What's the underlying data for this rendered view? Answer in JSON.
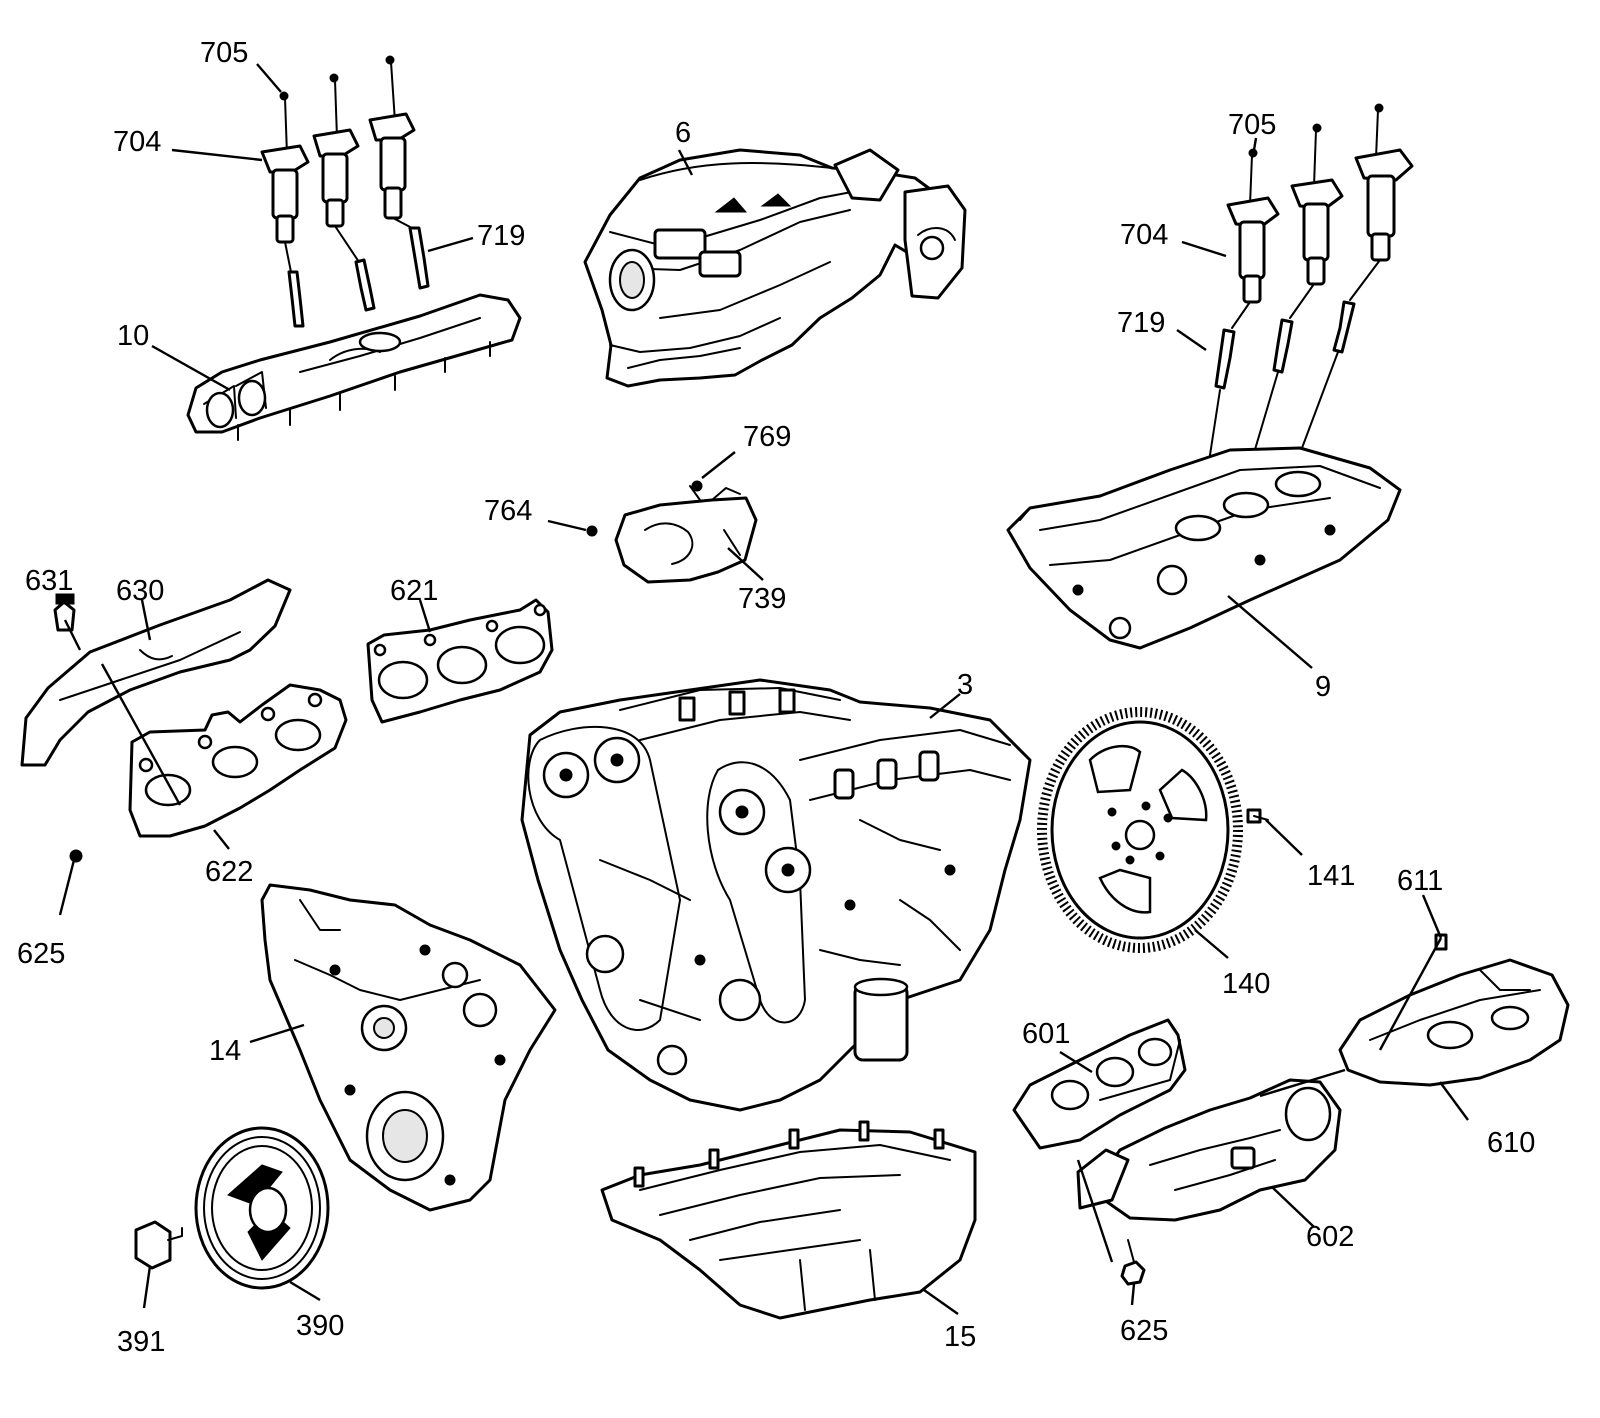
{
  "diagram": {
    "type": "exploded-parts-view",
    "callouts": [
      {
        "id": "c705a",
        "text": "705"
      },
      {
        "id": "c704a",
        "text": "704"
      },
      {
        "id": "c719a",
        "text": "719"
      },
      {
        "id": "c10",
        "text": "10"
      },
      {
        "id": "c6",
        "text": "6"
      },
      {
        "id": "c705b",
        "text": "705"
      },
      {
        "id": "c704b",
        "text": "704"
      },
      {
        "id": "c719b",
        "text": "719"
      },
      {
        "id": "c769",
        "text": "769"
      },
      {
        "id": "c764",
        "text": "764"
      },
      {
        "id": "c739",
        "text": "739"
      },
      {
        "id": "c631",
        "text": "631"
      },
      {
        "id": "c630",
        "text": "630"
      },
      {
        "id": "c621",
        "text": "621"
      },
      {
        "id": "c9",
        "text": "9"
      },
      {
        "id": "c3",
        "text": "3"
      },
      {
        "id": "c622",
        "text": "622"
      },
      {
        "id": "c625a",
        "text": "625"
      },
      {
        "id": "c141",
        "text": "141"
      },
      {
        "id": "c611",
        "text": "611"
      },
      {
        "id": "c140",
        "text": "140"
      },
      {
        "id": "c14",
        "text": "14"
      },
      {
        "id": "c601",
        "text": "601"
      },
      {
        "id": "c610",
        "text": "610"
      },
      {
        "id": "c602",
        "text": "602"
      },
      {
        "id": "c390",
        "text": "390"
      },
      {
        "id": "c391",
        "text": "391"
      },
      {
        "id": "c15",
        "text": "15"
      },
      {
        "id": "c625b",
        "text": "625"
      }
    ]
  }
}
